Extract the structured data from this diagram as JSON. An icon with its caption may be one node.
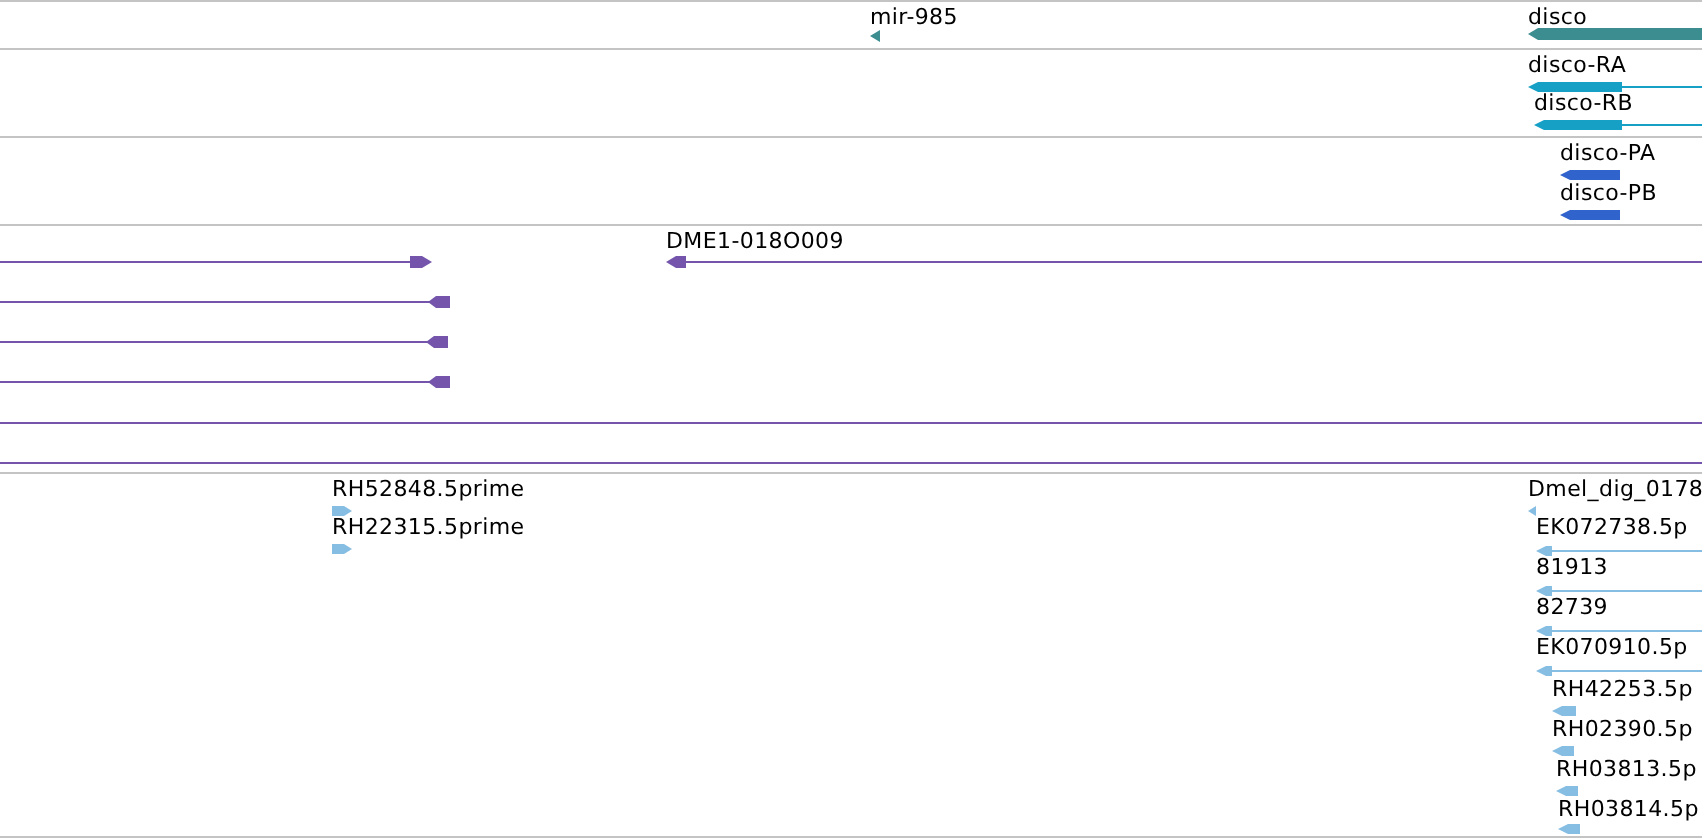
{
  "diagram": {
    "nodes": [
      {
        "text": [
          "mir-985"
        ]
      },
      {
        "text": [
          "disco"
        ]
      },
      {
        "text": [
          "disco-RA"
        ]
      },
      {
        "text": [
          "disco-RB"
        ]
      },
      {
        "text": [
          "disco-PA"
        ]
      },
      {
        "text": [
          "disco-PB"
        ]
      },
      {
        "text": [],
        "shape": "bar"
      },
      {
        "text": [
          "DME1-018O009"
        ]
      },
      {
        "text": [],
        "shape": "bar"
      },
      {
        "text": [],
        "shape": "bar"
      },
      {
        "text": [],
        "shape": "bar"
      },
      {
        "text": [],
        "shape": "bar"
      },
      {
        "text": [],
        "shape": "bar"
      },
      {
        "text": [
          "RH52848.5prime"
        ]
      },
      {
        "text": [
          "Dmel_dig_0178"
        ]
      },
      {
        "text": [
          "RH22315.5prime"
        ]
      },
      {
        "text": [
          "EK072738.5p"
        ]
      },
      {
        "text": [
          "81913"
        ]
      },
      {
        "text": [
          "82739"
        ]
      },
      {
        "text": [
          "EK070910.5p"
        ]
      },
      {
        "text": [
          "RH42253.5p"
        ]
      },
      {
        "text": [
          "RH02390.5p"
        ]
      },
      {
        "text": [
          "RH03813.5p"
        ]
      },
      {
        "text": [
          "RH03814.5p"
        ]
      }
    ]
  }
}
